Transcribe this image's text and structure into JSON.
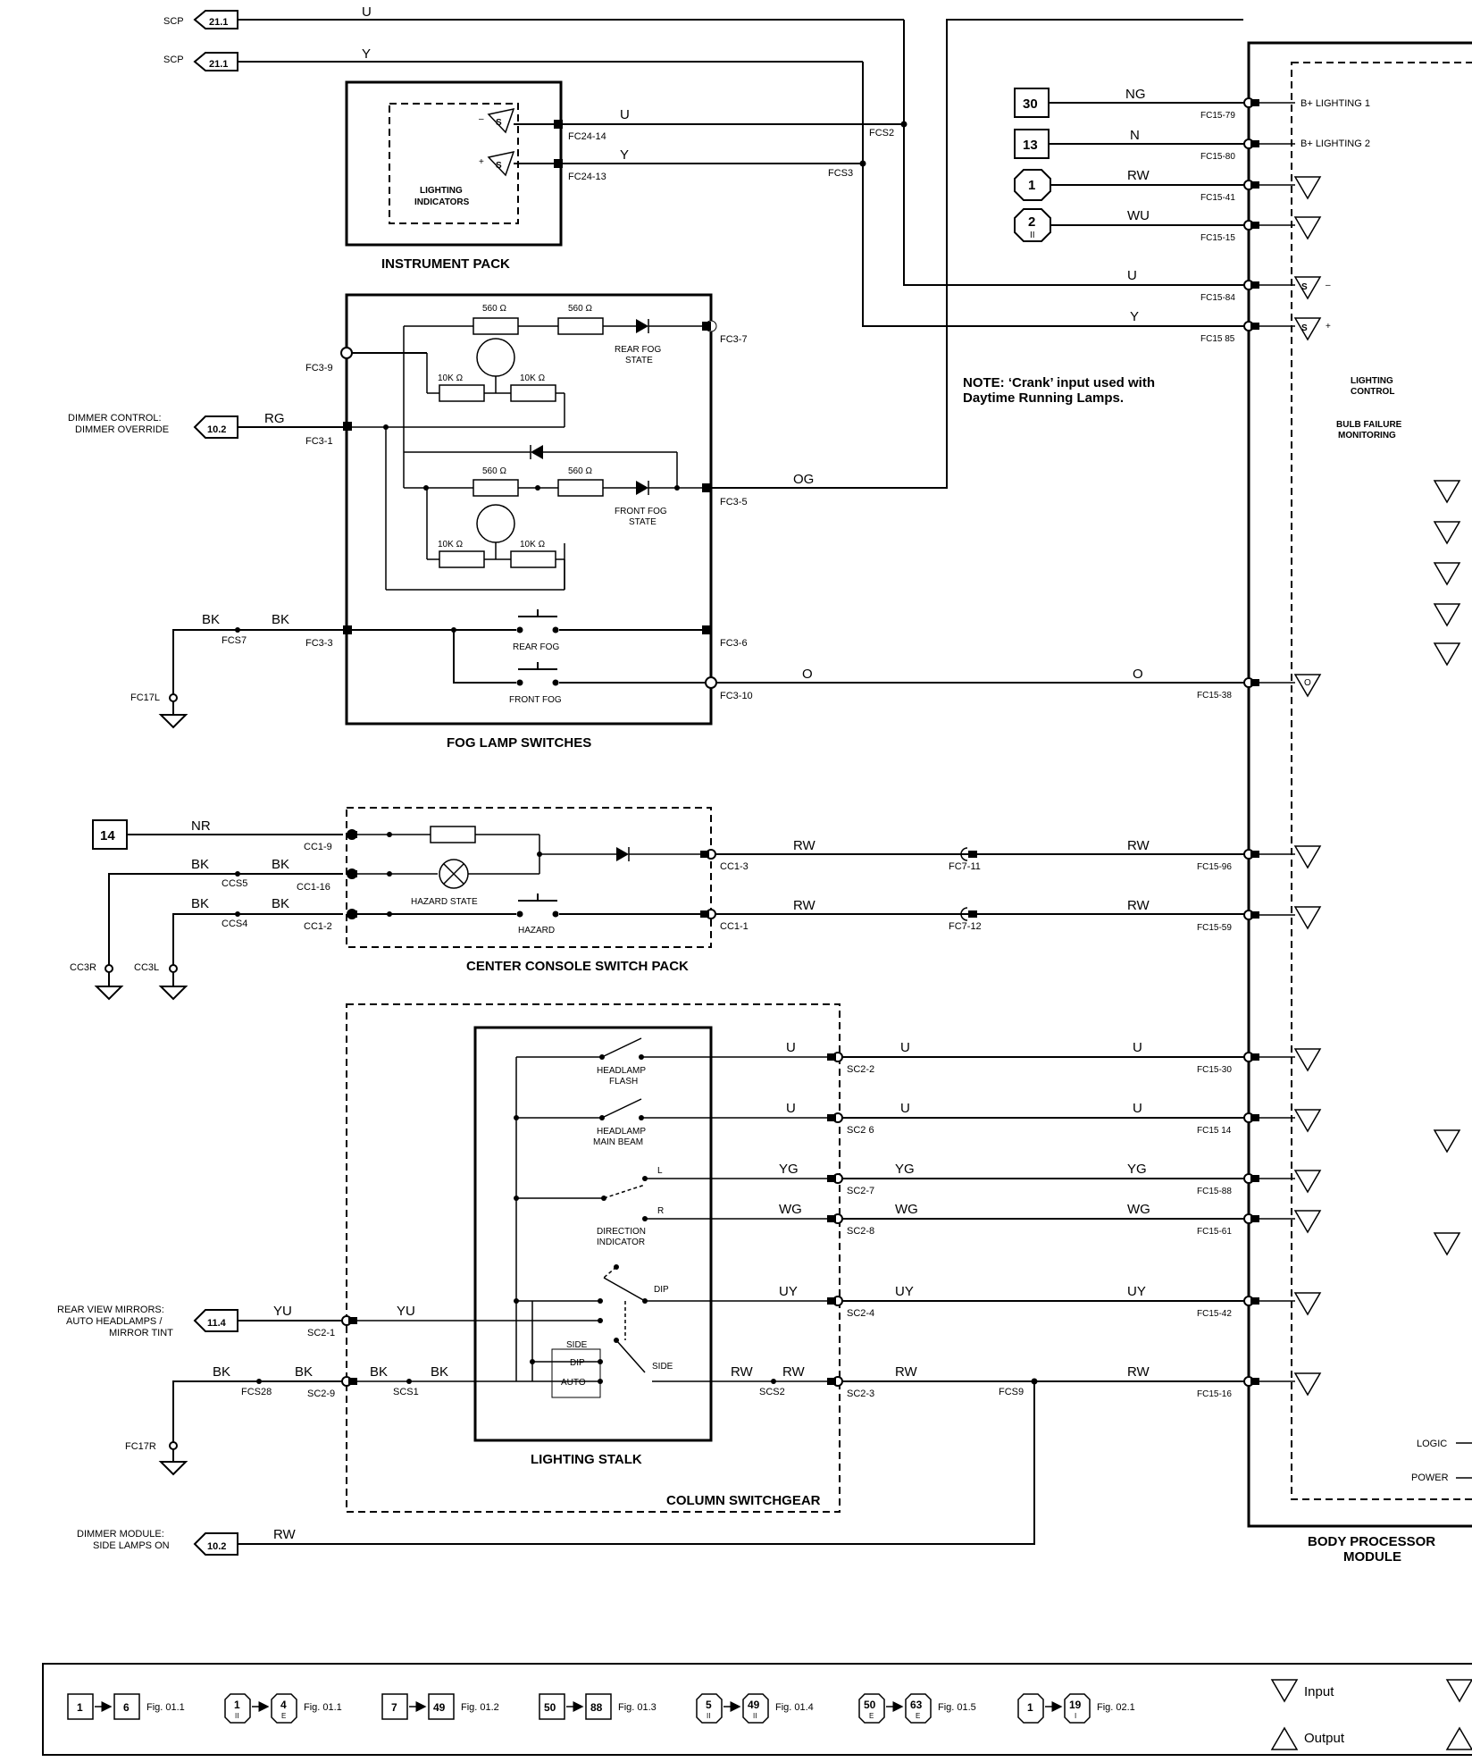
{
  "connectors": {
    "scp1": {
      "label": "SCP",
      "ref": "21.1",
      "wire": "U"
    },
    "scp2": {
      "label": "SCP",
      "ref": "21.1",
      "wire": "Y"
    },
    "dimmer_ctrl": {
      "line1": "DIMMER CONTROL:",
      "line2": "DIMMER OVERRIDE",
      "ref": "10.2",
      "wire": "RG"
    },
    "rear_mirrors": {
      "line1": "REAR VIEW MIRRORS:",
      "line2": "AUTO HEADLAMPS /",
      "line3": "MIRROR TINT",
      "ref": "11.4",
      "wire": "YU"
    },
    "dimmer_module": {
      "line1": "DIMMER MODULE:",
      "line2": "SIDE LAMPS ON",
      "ref": "10.2",
      "wire": "RW"
    },
    "n14": "14"
  },
  "instrument_pack": {
    "title": "INSTRUMENT PACK",
    "inner": "LIGHTING\nINDICATORS",
    "pins": [
      "FC24-14",
      "FC24-13"
    ]
  },
  "fog": {
    "title": "FOG LAMP SWITCHES",
    "r560": "560 Ω",
    "r10k": "10K Ω",
    "rear_state": "REAR FOG\nSTATE",
    "front_state": "FRONT FOG\nSTATE",
    "rear": "REAR FOG",
    "front": "FRONT FOG",
    "pins": {
      "p9": "FC3-9",
      "p1": "FC3-1",
      "p3": "FC3-3",
      "p7": "FC3-7",
      "p5": "FC3-5",
      "p6": "FC3-6",
      "p10": "FC3-10"
    },
    "fcs7": "FCS7",
    "gnd": "FC17L"
  },
  "console": {
    "title": "CENTER CONSOLE SWITCH PACK",
    "hazard_state": "HAZARD STATE",
    "hazard": "HAZARD",
    "pins": {
      "cc19": "CC1-9",
      "cc116": "CC1-16",
      "cc12": "CC1-2",
      "cc13": "CC1-3",
      "cc11": "CC1-1"
    },
    "ccs5": "CCS5",
    "ccs4": "CCS4",
    "gnd1": "CC3R",
    "gnd2": "CC3L",
    "fc711": "FC7-11",
    "fc712": "FC7-12"
  },
  "column": {
    "title": "COLUMN SWITCHGEAR",
    "stalk": "LIGHTING STALK",
    "flash": "HEADLAMP\nFLASH",
    "main": "HEADLAMP\nMAIN BEAM",
    "dir": "DIRECTION\nINDICATOR",
    "L": "L",
    "R": "R",
    "dip": "DIP",
    "side": "SIDE",
    "side2": "SIDE",
    "dip2": "DIP",
    "auto": "AUTO",
    "pins": {
      "sc22": "SC2-2",
      "sc26": "SC2 6",
      "sc27": "SC2-7",
      "sc28": "SC2-8",
      "sc24": "SC2-4",
      "sc23": "SC2-3",
      "sc21": "SC2-1",
      "sc29": "SC2-9"
    },
    "scs1": "SCS1",
    "scs2": "SCS2",
    "fcs28": "FCS28",
    "fcs9": "FCS9",
    "gnd": "FC17R"
  },
  "bpm": {
    "title": "BODY PROCESSOR\nMODULE",
    "lighting": "LIGHTING\nCONTROL",
    "bulb": "BULB FAILURE\nMONITORING",
    "b1": "B+ LIGHTING 1",
    "b2": "B+ LIGHTING 2",
    "logic": "LOGIC",
    "power": "POWER",
    "pins": [
      "FC15-79",
      "FC15-80",
      "FC15-41",
      "FC15-15",
      "FC15-84",
      "FC15 85",
      "FC15-38",
      "FC15-96",
      "FC15-59",
      "FC15-30",
      "FC15 14",
      "FC15-88",
      "FC15-61",
      "FC15-42",
      "FC15-16"
    ]
  },
  "splices": {
    "fcs2": "FCS2",
    "fcs3": "FCS3"
  },
  "sources": {
    "s30": "30",
    "s13": "13",
    "s1": "1",
    "s2": "2",
    "s2sub": "II"
  },
  "wires": {
    "NG": "NG",
    "N": "N",
    "RW": "RW",
    "WU": "WU",
    "U": "U",
    "Y": "Y",
    "OG": "OG",
    "O": "O",
    "NR": "NR",
    "BK": "BK",
    "YG": "YG",
    "WG": "WG",
    "UY": "UY",
    "YU": "YU"
  },
  "note": "NOTE: ‘Crank’ input used with\nDaytime Running Lamps.",
  "legend": {
    "input": "Input",
    "output": "Output",
    "items": [
      {
        "a": "1",
        "b": "6",
        "fig": "Fig. 01.1",
        "round": false
      },
      {
        "a": "1",
        "asub": "II",
        "b": "4",
        "bsub": "E",
        "fig": "Fig. 01.1",
        "round": true
      },
      {
        "a": "7",
        "b": "49",
        "fig": "Fig. 01.2",
        "round": false
      },
      {
        "a": "50",
        "b": "88",
        "fig": "Fig. 01.3",
        "round": false
      },
      {
        "a": "5",
        "asub": "II",
        "b": "49",
        "bsub": "II",
        "fig": "Fig. 01.4",
        "round": true
      },
      {
        "a": "50",
        "asub": "E",
        "b": "63",
        "bsub": "E",
        "fig": "Fig. 01.5",
        "round": true
      },
      {
        "a": "1",
        "b": "19",
        "bsub": "I",
        "fig": "Fig. 02.1",
        "round": true
      }
    ]
  }
}
